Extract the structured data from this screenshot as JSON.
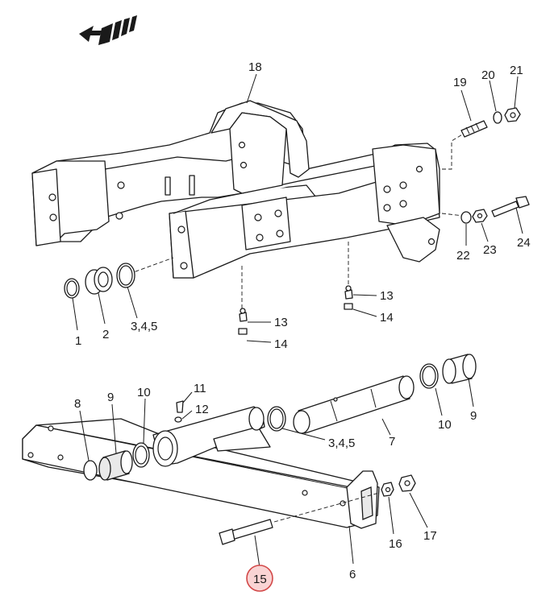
{
  "callouts": {
    "c1": "1",
    "c2": "2",
    "c3": "3,4,5",
    "c18": "18",
    "c19": "19",
    "c20": "20",
    "c21": "21",
    "c22": "22",
    "c23": "23",
    "c24": "24",
    "c13a": "13",
    "c14a": "14",
    "c13b": "13",
    "c14b": "14",
    "c8": "8",
    "c9a": "9",
    "c10a": "10",
    "c11": "11",
    "c12": "12",
    "c9b": "9",
    "c10b": "10",
    "c7": "7",
    "c3b": "3,4,5",
    "c6": "6",
    "c15": "15",
    "c16": "16",
    "c17": "17"
  },
  "highlight": {
    "part": "15",
    "color": "#d24848",
    "fill": "#f9d4d4"
  },
  "icons": {
    "direction": "forward-direction-arrow-icon"
  }
}
